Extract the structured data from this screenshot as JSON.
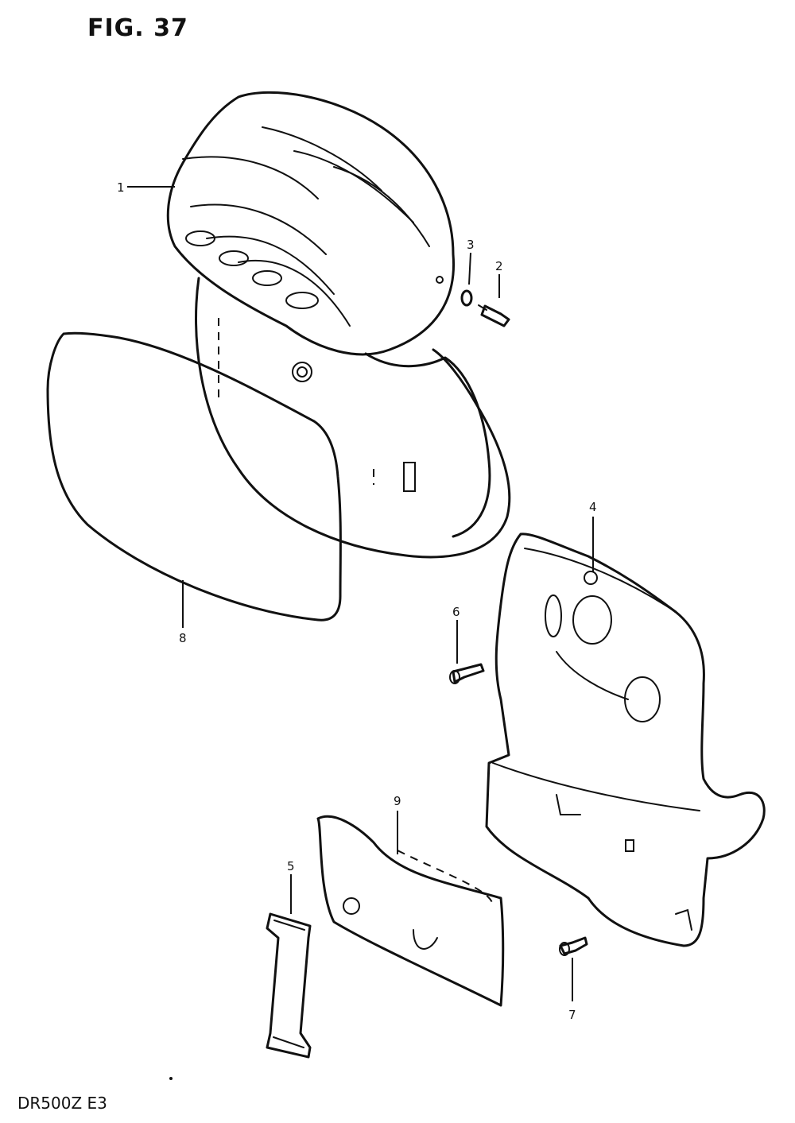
{
  "figure": {
    "title": "FIG. 37",
    "model": "DR500Z E3"
  },
  "callouts": [
    {
      "id": "1",
      "label": "1"
    },
    {
      "id": "2",
      "label": "2"
    },
    {
      "id": "3",
      "label": "3"
    },
    {
      "id": "4",
      "label": "4"
    },
    {
      "id": "5",
      "label": "5"
    },
    {
      "id": "6",
      "label": "6"
    },
    {
      "id": "7",
      "label": "7"
    },
    {
      "id": "8",
      "label": "8"
    },
    {
      "id": "9",
      "label": "9"
    }
  ]
}
